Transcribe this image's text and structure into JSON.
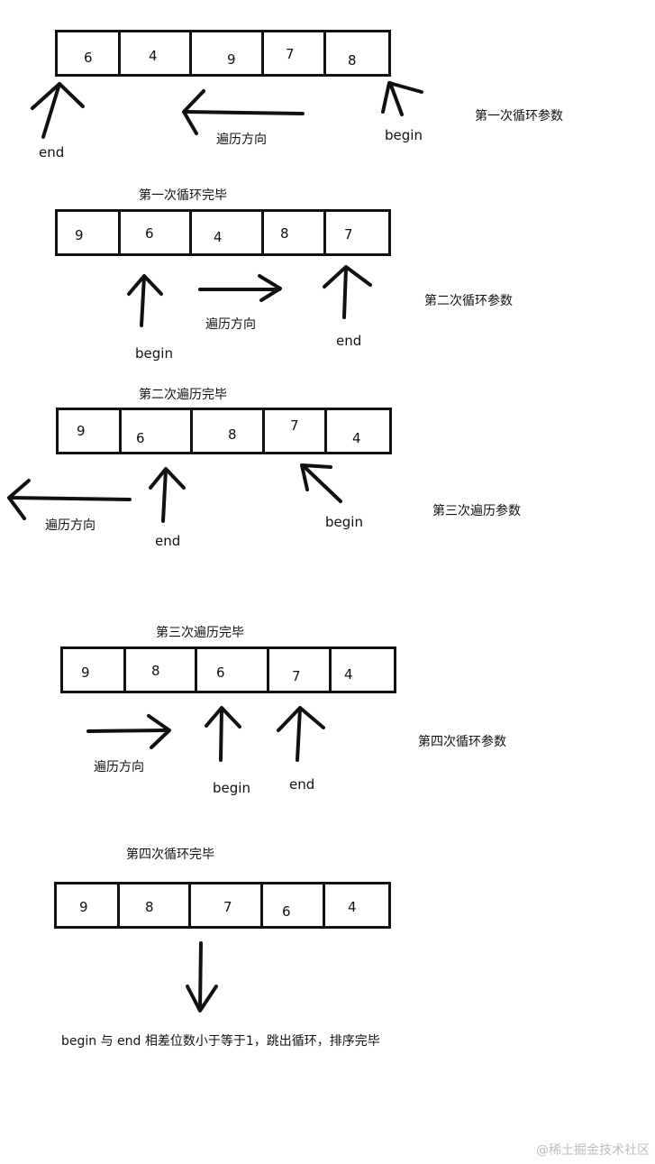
{
  "steps": [
    {
      "array": [
        "6",
        "4",
        "9",
        "7",
        "8"
      ],
      "direction_label": "遍历方向",
      "pointer_left_label": "end",
      "pointer_right_label": "begin",
      "params_label": "第一次循环参数"
    },
    {
      "done_label": "第一次循环完毕",
      "array": [
        "9",
        "6",
        "4",
        "8",
        "7"
      ],
      "direction_label": "遍历方向",
      "pointer_left_label": "begin",
      "pointer_right_label": "end",
      "params_label": "第二次循环参数"
    },
    {
      "done_label": "第二次遍历完毕",
      "array": [
        "9",
        "6",
        "8",
        "7",
        "4"
      ],
      "direction_label": "遍历方向",
      "pointer_left_label": "end",
      "pointer_right_label": "begin",
      "params_label": "第三次遍历参数"
    },
    {
      "done_label": "第三次遍历完毕",
      "array": [
        "9",
        "8",
        "6",
        "7",
        "4"
      ],
      "direction_label": "遍历方向",
      "pointer_left_label": "begin",
      "pointer_right_label": "end",
      "params_label": "第四次循环参数"
    },
    {
      "done_label": "第四次循环完毕",
      "array": [
        "9",
        "8",
        "7",
        "6",
        "4"
      ]
    }
  ],
  "conclusion": "begin 与 end 相差位数小于等于1，跳出循环，排序完毕",
  "watermark": "@稀土掘金技术社区"
}
